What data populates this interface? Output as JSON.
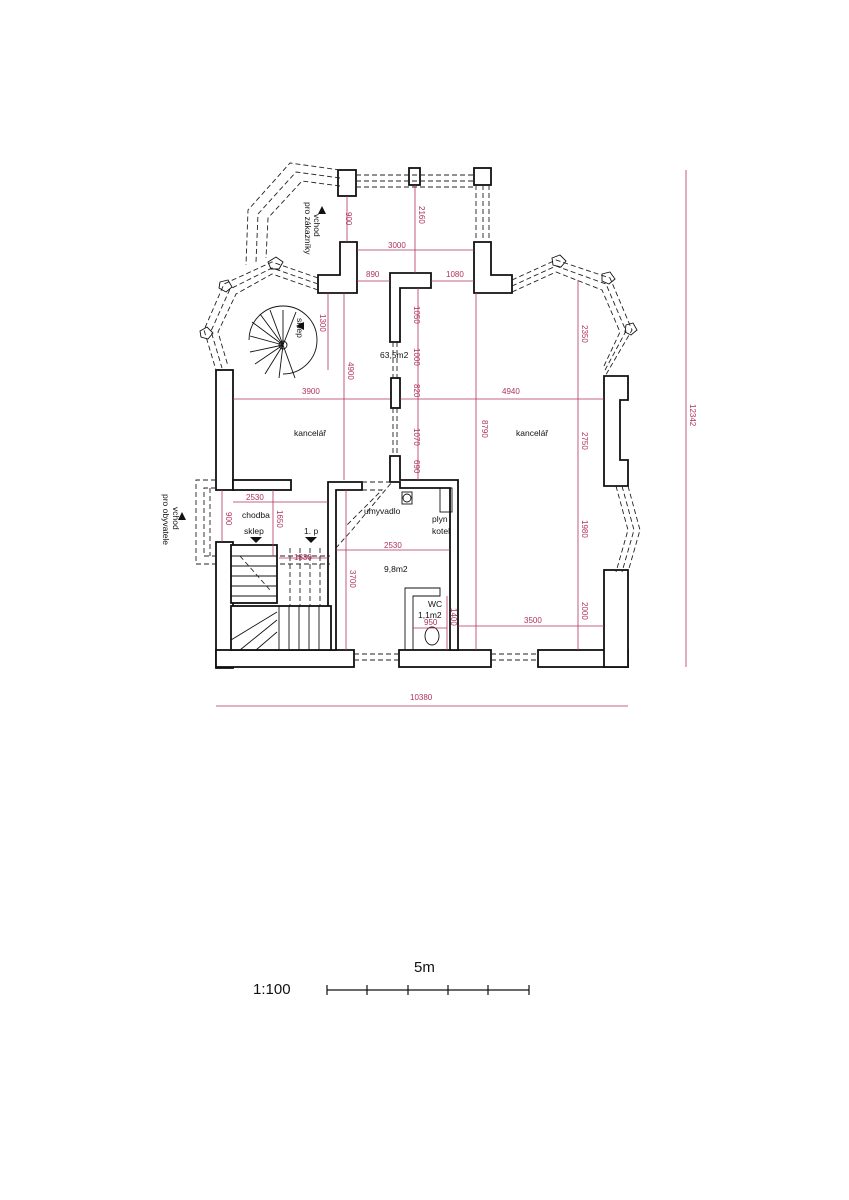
{
  "rooms": {
    "main_area": "63,5m2",
    "office_left": "kancelář",
    "office_right": "kancelář",
    "corridor": "chodba",
    "cellar_top": "sklep",
    "cellar_bottom": "sklep",
    "floor": "1. p",
    "washbasin": "umyvadlo",
    "boiler_1": "plyn",
    "boiler_2": "kotel",
    "small_room": "9,8m2",
    "wc_1": "WC",
    "wc_2": "1,1m2"
  },
  "entrances": {
    "clients_1": "vchod",
    "clients_2": "pro zákazníky",
    "residents_1": "vchod",
    "residents_2": "pro obyvatele"
  },
  "dimensions": {
    "d900_top": "900",
    "d2160": "2160",
    "d3000": "3000",
    "d890": "890",
    "d1080": "1080",
    "d1300": "1300",
    "d1050": "1050",
    "d1000": "1000",
    "d2350": "2350",
    "d4900": "4900",
    "d820": "820",
    "d3900": "3900",
    "d4940": "4940",
    "d1070": "1070",
    "d8790": "8790",
    "d2750": "2750",
    "d690": "690",
    "d12342": "12342",
    "d2530_left": "2530",
    "d900_left": "900",
    "d1650": "1650",
    "d1330": "1330",
    "d2530_mid": "2530",
    "d1980": "1980",
    "d3700": "3700",
    "d1400": "1400",
    "d950": "950",
    "d3500": "3500",
    "d2000": "2000",
    "d10380": "10380"
  },
  "scale": {
    "ratio": "1:100",
    "length": "5m"
  }
}
